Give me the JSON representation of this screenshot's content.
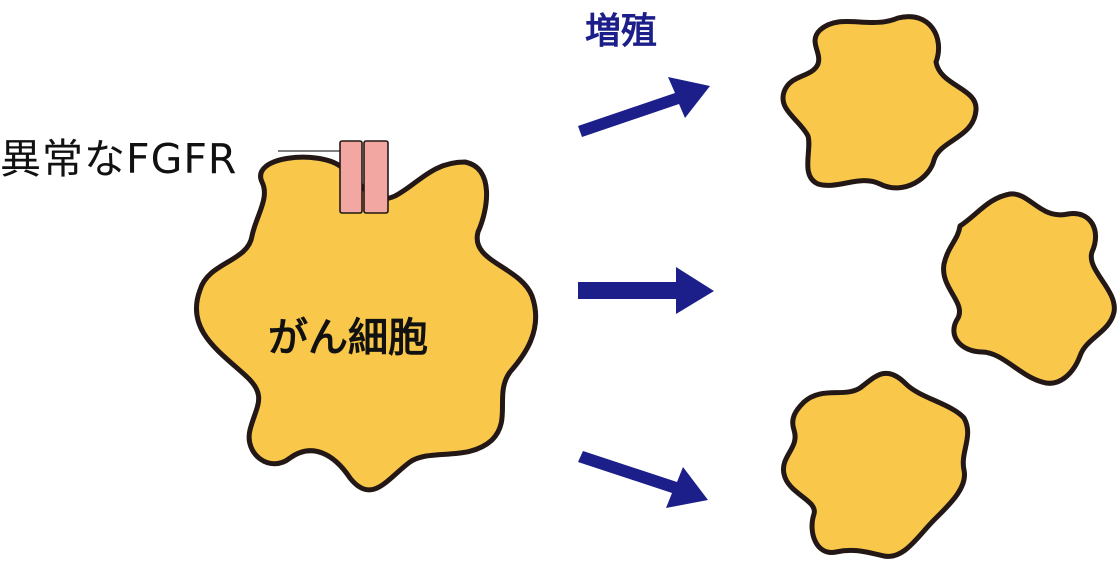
{
  "labels": {
    "receptor": "異常なFGFR",
    "cancer_cell": "がん細胞",
    "process": "増殖"
  },
  "colors": {
    "cell_fill": "#f9c84a",
    "cell_outline": "#231815",
    "receptor_fill": "#f2a7a2",
    "arrow": "#1c1f8a"
  }
}
